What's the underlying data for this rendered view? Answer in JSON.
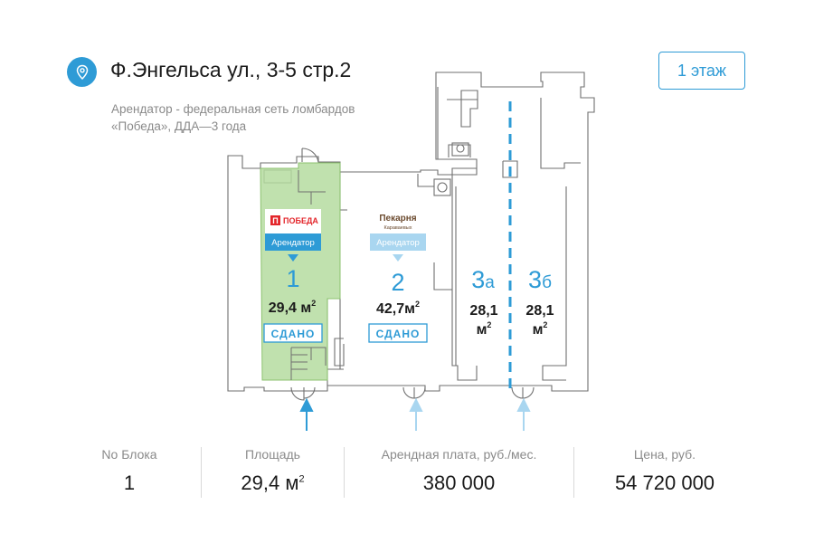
{
  "header": {
    "address": "Ф.Энгельса ул., 3-5 стр.2",
    "tenant_line1": "Арендатор - федеральная сеть ломбардов",
    "tenant_line2": "«Победа», ДДА—3 года",
    "floor_button": "1 этаж",
    "pin_icon": "location-pin-icon",
    "accent_color": "#2e9bd6"
  },
  "units": [
    {
      "number": "1",
      "area": "29,4 м",
      "area_sup": "2",
      "status": "СДАНО",
      "brand": "ПОБЕДА",
      "tenant_tag": "Арендатор",
      "selected": true
    },
    {
      "number": "2",
      "area": "42,7м",
      "area_sup": "2",
      "status": "СДАНО",
      "brand": "Пекарня",
      "brand_sub": "Караваевых",
      "tenant_tag": "Арендатор"
    },
    {
      "number": "3",
      "suffix": "а",
      "area": "28,1",
      "unit_label": "м",
      "area_sup": "2"
    },
    {
      "number": "3",
      "suffix": "б",
      "area": "28,1",
      "unit_label": "м",
      "area_sup": "2"
    }
  ],
  "colors": {
    "selected_fill": "#b5dca0",
    "pobeda_red": "#e3262b",
    "tenant_tag_dark": "#2e9bd6",
    "tenant_tag_light": "#a9d6f0"
  },
  "stats": [
    {
      "label": "No Блока",
      "value": "1"
    },
    {
      "label": "Площадь",
      "value": "29,4 м",
      "sup": "2"
    },
    {
      "label": "Арендная плата, руб./мес.",
      "value": "380 000"
    },
    {
      "label": "Цена, руб.",
      "value": "54 720 000"
    }
  ]
}
